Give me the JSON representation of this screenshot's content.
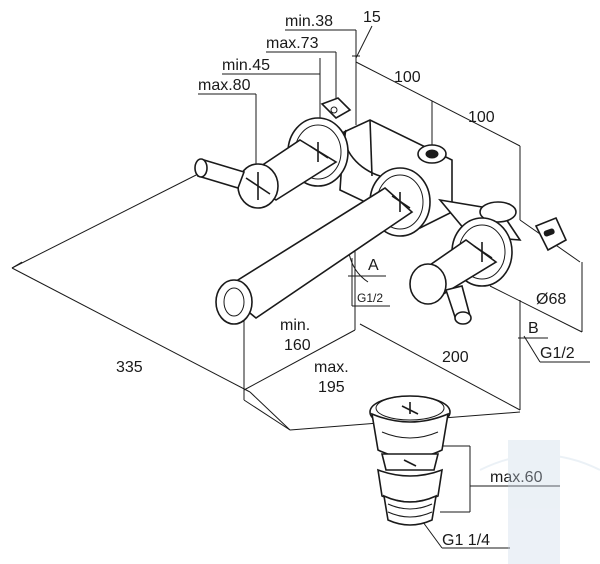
{
  "dimensions": {
    "min38": "min.38",
    "max73": "max.73",
    "d15": "15",
    "min45": "min.45",
    "max80": "max.80",
    "d100a": "100",
    "d100b": "100",
    "labelA": "A",
    "g12_small": "G1/2",
    "d68": "Ø68",
    "labelB": "B",
    "g12_large": "G1/2",
    "d335": "335",
    "min160_a": "min.",
    "min160_b": "160",
    "d200": "200",
    "max195_a": "max.",
    "max195_b": "195",
    "max60": "max.60",
    "g114": "G1 1/4"
  },
  "colors": {
    "line": "#1a1a1a",
    "watermark": "#c8d8e8"
  }
}
